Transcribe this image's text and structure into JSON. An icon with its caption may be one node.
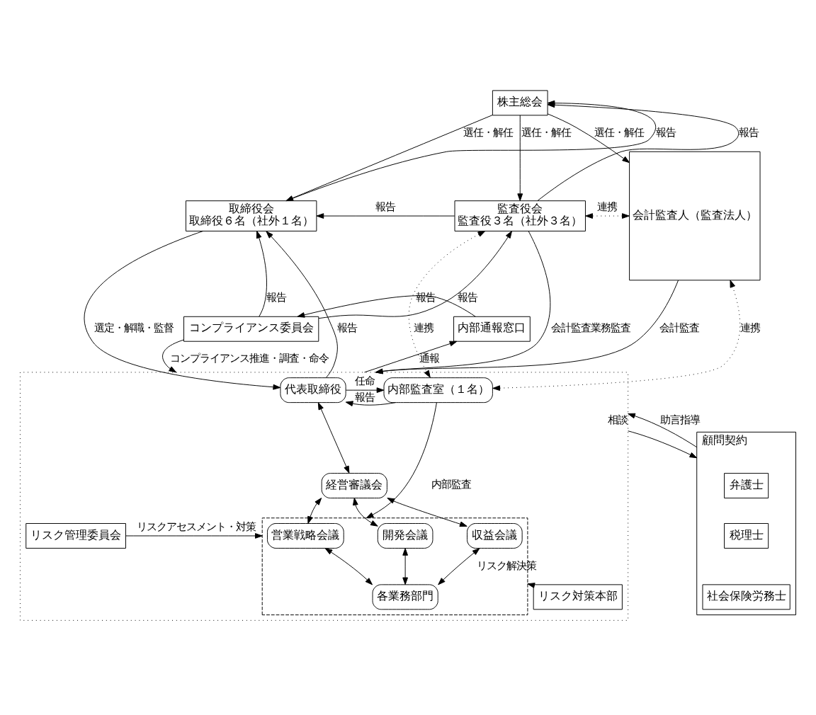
{
  "diagram": {
    "nodes": [
      {
        "text": [
          "株主総会"
        ]
      },
      {
        "text": [
          "取締役会",
          "取締役６名（社外１名）"
        ]
      },
      {
        "text": [
          "監査役会",
          "監査役３名（社外３名）"
        ]
      },
      {
        "text": [
          "会計監査人（監査法人）"
        ]
      },
      {
        "text": [
          "コンプライアンス委員会"
        ]
      },
      {
        "text": [
          "内部通報窓口"
        ]
      },
      {
        "text": [],
        "shape": "box"
      },
      {
        "text": [
          "代表取締役"
        ],
        "in": 6
      },
      {
        "text": [
          "内部監査室（１名）"
        ],
        "in": 6
      },
      {
        "text": [
          "経営審議会"
        ],
        "in": 6
      },
      {
        "text": [],
        "shape": "box",
        "in": 6
      },
      {
        "text": [
          "営業戦略会議"
        ],
        "in": 10
      },
      {
        "text": [
          "開発会議"
        ],
        "in": 10
      },
      {
        "text": [
          "収益会議"
        ],
        "in": 10
      },
      {
        "text": [
          "各業務部門"
        ],
        "in": 10
      },
      {
        "text": [
          "リスク管理委員会"
        ],
        "in": 6
      },
      {
        "text": [
          "リスク対策本部"
        ],
        "in": 6
      },
      {
        "text": [
          "顧問契約"
        ]
      },
      {
        "text": [
          "弁護士"
        ],
        "in": 17
      },
      {
        "text": [
          "税理士"
        ],
        "in": 17
      },
      {
        "text": [
          "社会保険労務士"
        ],
        "in": 17
      }
    ],
    "edges": [
      {
        "from": 0,
        "to": 1,
        "arrow": "to",
        "label": "選任・解任"
      },
      {
        "from": 1,
        "to": 0,
        "arrow": "to",
        "label": "報告"
      },
      {
        "from": 0,
        "to": 2,
        "arrow": "to",
        "label": "選任・解任"
      },
      {
        "from": 2,
        "to": 0,
        "arrow": "to",
        "label": "報告"
      },
      {
        "from": 0,
        "to": 3,
        "arrow": "to",
        "label": "選任・解任"
      },
      {
        "from": 2,
        "to": 1,
        "arrow": "to",
        "label": "報告"
      },
      {
        "from": 4,
        "to": 2,
        "arrow": "to",
        "label": "報告"
      },
      {
        "from": 4,
        "to": 1,
        "arrow": "to",
        "label": "報告"
      },
      {
        "from": 5,
        "to": 4,
        "arrow": "to",
        "label": "報告"
      },
      {
        "from": 1,
        "to": 7,
        "arrow": "to",
        "label": "選定・解職・監督"
      },
      {
        "from": 7,
        "to": 1,
        "arrow": "to",
        "label": "報告"
      },
      {
        "from": 4,
        "to": 6,
        "arrow": "to",
        "label": "コンプライアンス推進・調査・命令"
      },
      {
        "from": 6,
        "to": 5,
        "arrow": "to",
        "label": "通報"
      },
      {
        "from": 2,
        "to": 6,
        "arrow": "to",
        "label": "会計監査業務監査"
      },
      {
        "from": 2,
        "to": 8,
        "arrow": "both",
        "label": "連携",
        "style": "dashed"
      },
      {
        "from": 2,
        "to": 3,
        "arrow": "both",
        "label": "連携",
        "style": "dashed"
      },
      {
        "from": 8,
        "to": 3,
        "arrow": "both",
        "label": "連携",
        "style": "dashed"
      },
      {
        "from": 7,
        "to": 8,
        "arrow": "to",
        "label": "任命"
      },
      {
        "from": 8,
        "to": 7,
        "arrow": "to",
        "label": "報告"
      },
      {
        "from": 8,
        "to": 10,
        "arrow": "to",
        "label": "内部監査"
      },
      {
        "from": 3,
        "to": 6,
        "arrow": "to",
        "label": "会計監査"
      },
      {
        "from": 7,
        "to": 9,
        "arrow": "both"
      },
      {
        "from": 9,
        "to": 11,
        "arrow": "both"
      },
      {
        "from": 9,
        "to": 12,
        "arrow": "both"
      },
      {
        "from": 9,
        "to": 13,
        "arrow": "both"
      },
      {
        "from": 11,
        "to": 14,
        "arrow": "both"
      },
      {
        "from": 12,
        "to": 14,
        "arrow": "both"
      },
      {
        "from": 13,
        "to": 14,
        "arrow": "both"
      },
      {
        "from": 15,
        "to": 10,
        "arrow": "to",
        "label": "リスクアセスメント・対策"
      },
      {
        "from": 16,
        "to": 10,
        "arrow": "to",
        "label": "リスク解決策"
      },
      {
        "from": 6,
        "to": 17,
        "arrow": "to",
        "label": "相談"
      },
      {
        "from": 17,
        "to": 6,
        "arrow": "to",
        "label": "助言指導"
      }
    ]
  }
}
